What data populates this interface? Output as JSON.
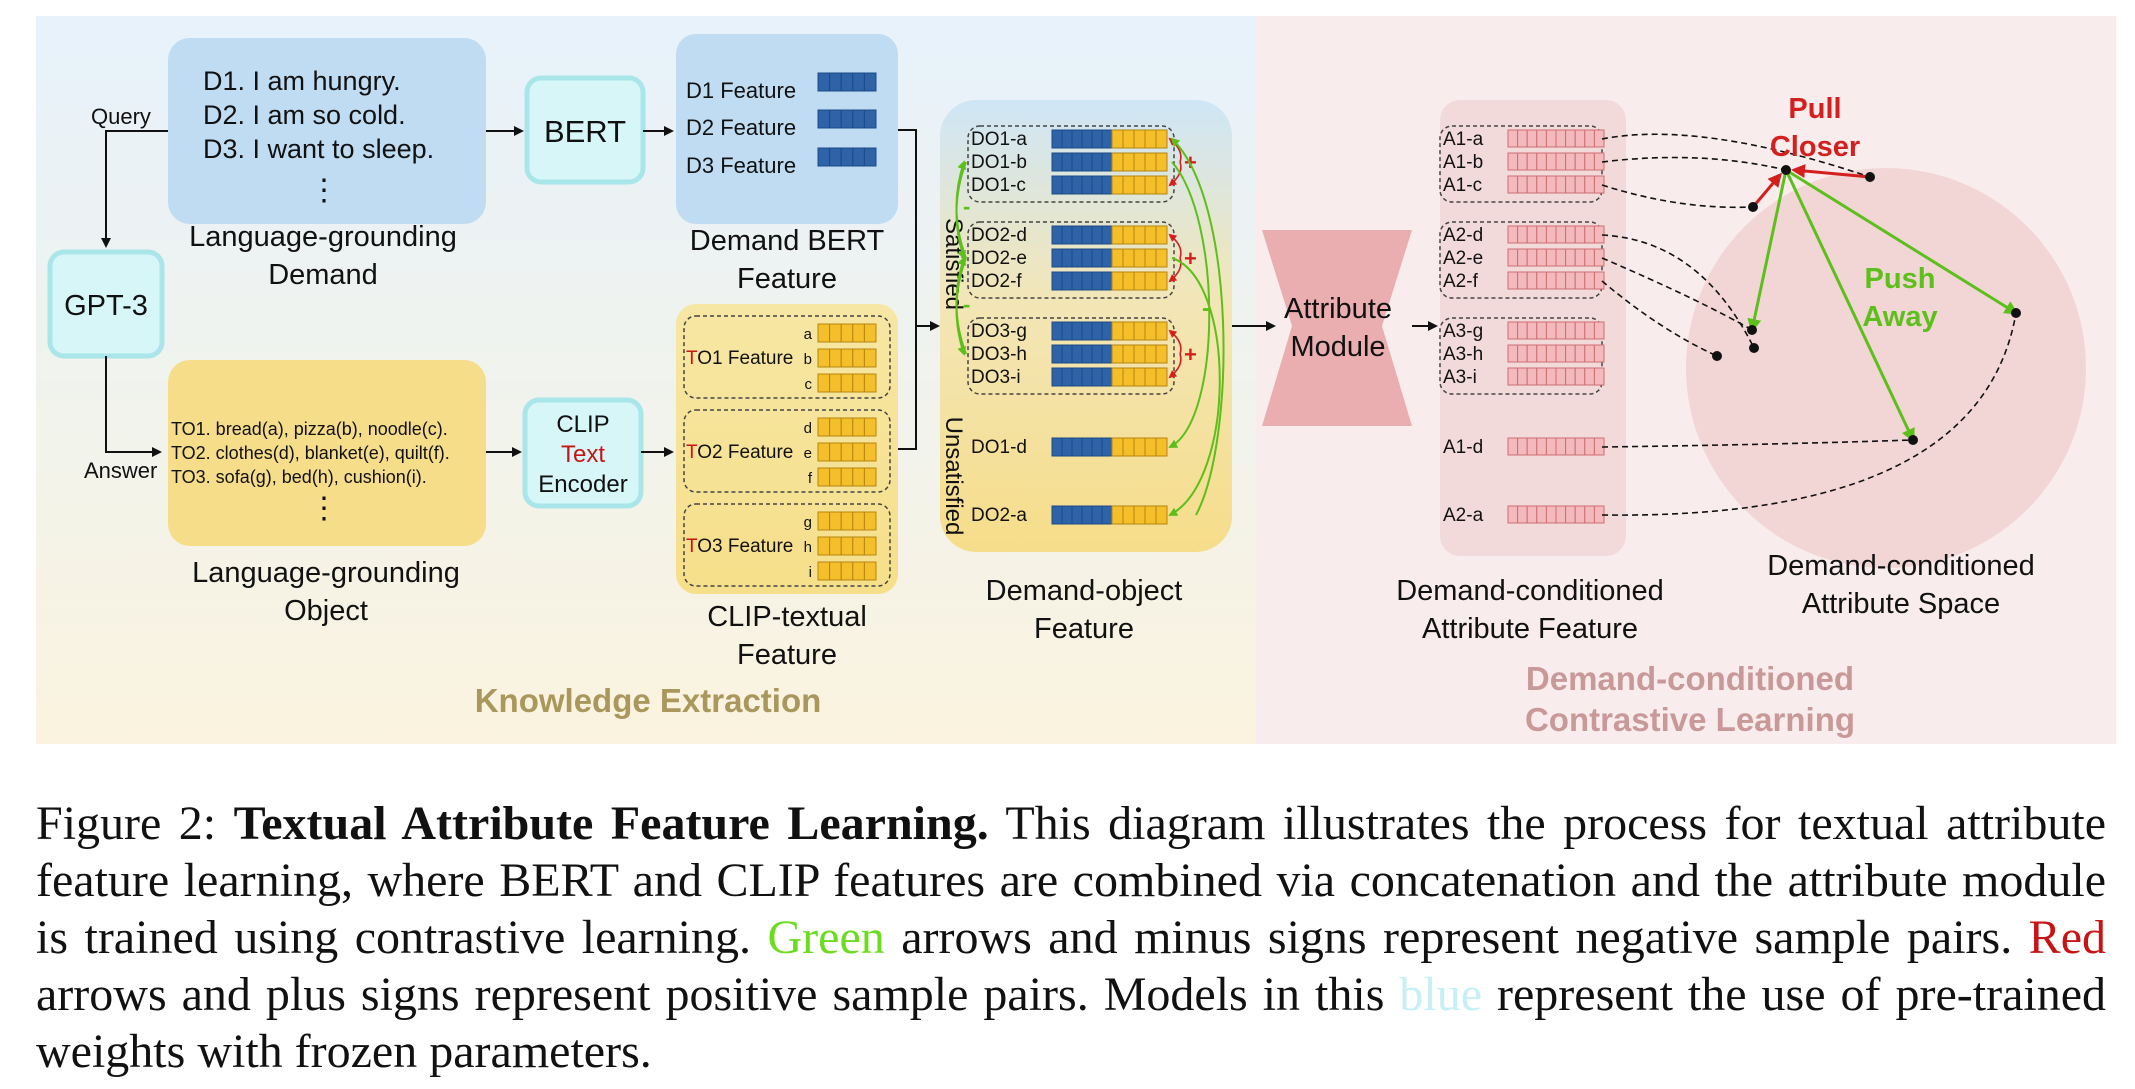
{
  "panels": {
    "left_title": "Knowledge Extraction",
    "right_title_line1": "Demand-conditioned",
    "right_title_line2": "Contrastive Learning"
  },
  "demand_box": {
    "lines": [
      "D1. I am hungry.",
      "D2. I am so cold.",
      "D3. I want to sleep."
    ],
    "ellipsis": "⋮",
    "label_line1": "Language-grounding",
    "label_line2": "Demand"
  },
  "edges": {
    "query": "Query",
    "answer": "Answer"
  },
  "gpt3": {
    "label": "GPT-3"
  },
  "bert": {
    "label": "BERT"
  },
  "bert_features": {
    "items": [
      "D1 Feature",
      "D2 Feature",
      "D3 Feature"
    ],
    "label_line1": "Demand BERT",
    "label_line2": "Feature"
  },
  "object_box": {
    "lines": [
      "TO1. bread(a), pizza(b), noodle(c).",
      "TO2. clothes(d), blanket(e), quilt(f).",
      "TO3. sofa(g), bed(h), cushion(i)."
    ],
    "ellipsis": "⋮",
    "label_line1": "Language-grounding",
    "label_line2": "Object"
  },
  "clip": {
    "line1": "CLIP",
    "line2": "Text",
    "line3": "Encoder"
  },
  "clip_features": {
    "groups": [
      {
        "prefix": "T",
        "name": "O1 Feature",
        "letters": [
          "a",
          "b",
          "c"
        ]
      },
      {
        "prefix": "T",
        "name": "O2 Feature",
        "letters": [
          "d",
          "e",
          "f"
        ]
      },
      {
        "prefix": "T",
        "name": "O3 Feature",
        "letters": [
          "g",
          "h",
          "i"
        ]
      }
    ],
    "label_line1": "CLIP-textual",
    "label_line2": "Feature"
  },
  "demand_object": {
    "satisfied_label": "Satisfied",
    "unsatisfied_label": "Unsatisfied",
    "satisfied_groups": [
      [
        "DO1-a",
        "DO1-b",
        "DO1-c"
      ],
      [
        "DO2-d",
        "DO2-e",
        "DO2-f"
      ],
      [
        "DO3-g",
        "DO3-h",
        "DO3-i"
      ]
    ],
    "unsatisfied_rows": [
      "DO1-d",
      "DO2-a"
    ],
    "label_line1": "Demand-object",
    "label_line2": "Feature",
    "plus_sign": "+",
    "minus_sign": "-"
  },
  "attribute_module": {
    "line1": "Attribute",
    "line2": "Module"
  },
  "attribute_features": {
    "groups": [
      [
        "A1-a",
        "A1-b",
        "A1-c"
      ],
      [
        "A2-d",
        "A2-e",
        "A2-f"
      ],
      [
        "A3-g",
        "A3-h",
        "A3-i"
      ]
    ],
    "unsatisfied_rows": [
      "A1-d",
      "A2-a"
    ],
    "label_line1": "Demand-conditioned",
    "label_line2": "Attribute Feature"
  },
  "attribute_space": {
    "pull_line1": "Pull",
    "pull_line2": "Closer",
    "push_line1": "Push",
    "push_line2": "Away",
    "label_line1": "Demand-conditioned",
    "label_line2": "Attribute Space"
  },
  "caption": {
    "figure_number": "Figure 2:",
    "bold_title": "Textual Attribute Feature Learning.",
    "text_1": "This diagram illustrates the process for textual attribute feature learning, where BERT and CLIP features are combined via concatenation and the attribute module is trained using contrastive learning.",
    "green_word": "Green",
    "text_2": "arrows and minus signs represent negative sample pairs.",
    "red_word": "Red",
    "text_3": "arrows and plus signs represent positive sample pairs. Models in this",
    "blue_word": "blue",
    "text_4": "represent the use of pre-trained weights with frozen parameters."
  },
  "colors": {
    "blue_cell": "#2e63a8",
    "yellow_cell": "#f5bf2c",
    "pink_cell": "#f3b9bc",
    "green_arrow": "#5cbf1a",
    "red_arrow": "#d41f1f",
    "frozen_model_fill": "#d7f6f8",
    "frozen_model_stroke": "#a9e6ea"
  }
}
